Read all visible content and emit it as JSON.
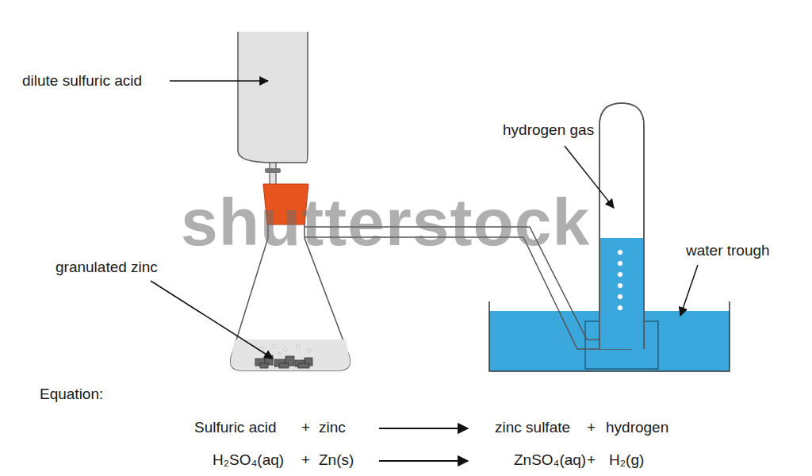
{
  "diagram": {
    "labels": [
      "dilute sulfuric acid",
      "granulated zinc",
      "hydrogen gas",
      "water trough",
      "Equation:",
      "Sulfuric acid",
      "+",
      "zinc",
      "zinc sulfate",
      "+",
      "hydrogen",
      "H₂SO₄(aq)",
      "+",
      "Zn(s)",
      "ZnSO₄(aq)",
      "+",
      "H₂(g)",
      "shutterstock"
    ]
  }
}
